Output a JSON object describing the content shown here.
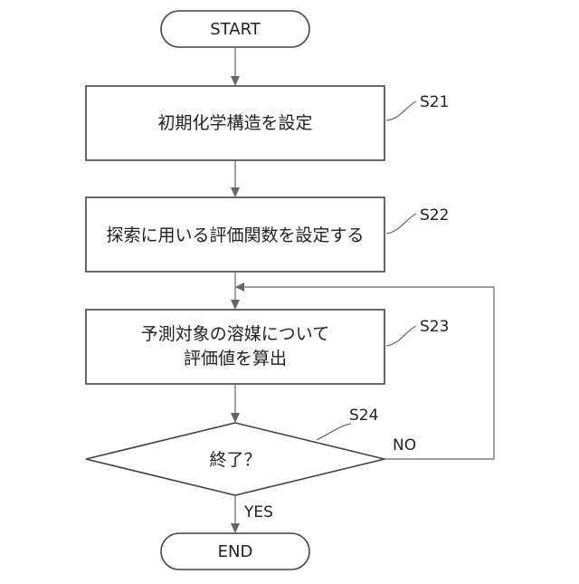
{
  "terminals": {
    "start": "START",
    "end": "END"
  },
  "steps": [
    {
      "id": "S21",
      "lines": [
        "初期化学構造を設定"
      ]
    },
    {
      "id": "S22",
      "lines": [
        "探索に用いる評価関数を設定する"
      ]
    },
    {
      "id": "S23",
      "lines": [
        "予測対象の溶媒について",
        "評価値を算出"
      ]
    }
  ],
  "decision": {
    "id": "S24",
    "text": "終了？",
    "yes_label": "YES",
    "no_label": "NO"
  }
}
